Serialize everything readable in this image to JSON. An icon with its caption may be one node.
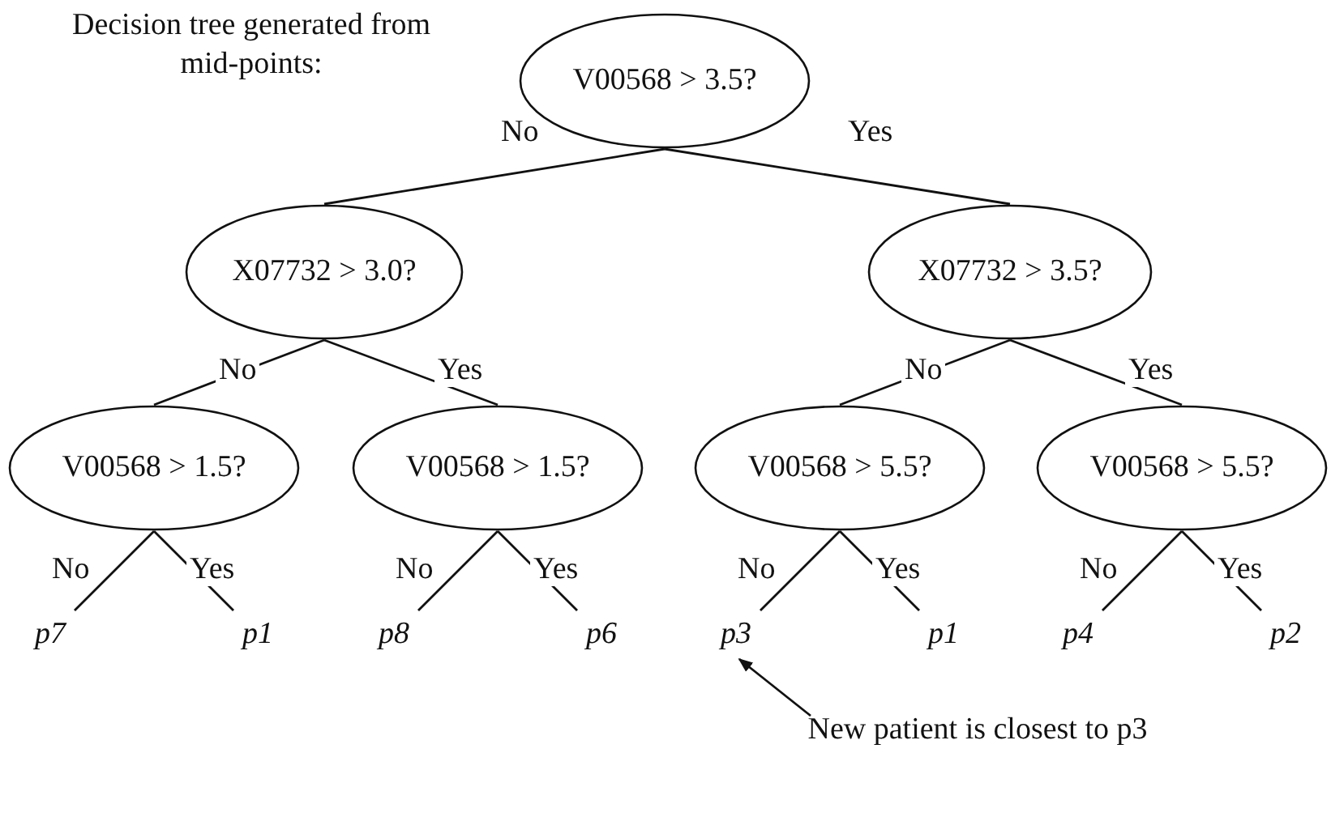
{
  "diagram": {
    "title": "Decision tree generated from mid-points:",
    "nodes": [
      {
        "text": [
          "V00568 > 3.5?"
        ]
      },
      {
        "text": [
          "X07732 > 3.0?"
        ]
      },
      {
        "text": [
          "X07732 > 3.5?"
        ]
      },
      {
        "text": [
          "V00568 > 1.5?"
        ]
      },
      {
        "text": [
          "V00568 > 1.5?"
        ]
      },
      {
        "text": [
          "V00568 > 5.5?"
        ]
      },
      {
        "text": [
          "V00568 > 5.5?"
        ]
      },
      {
        "text": [
          "p7"
        ]
      },
      {
        "text": [
          "p1"
        ]
      },
      {
        "text": [
          "p8"
        ]
      },
      {
        "text": [
          "p6"
        ]
      },
      {
        "text": [
          "p3"
        ]
      },
      {
        "text": [
          "p1"
        ]
      },
      {
        "text": [
          "p4"
        ]
      },
      {
        "text": [
          "p2"
        ]
      },
      {
        "text": [
          "New patient is closest to p3"
        ]
      }
    ],
    "edges": [
      {
        "from": 0,
        "to": 1,
        "arrow": "none",
        "label": "No"
      },
      {
        "from": 0,
        "to": 2,
        "arrow": "none",
        "label": "Yes"
      },
      {
        "from": 1,
        "to": 3,
        "arrow": "none",
        "label": "No"
      },
      {
        "from": 1,
        "to": 4,
        "arrow": "none",
        "label": "Yes"
      },
      {
        "from": 2,
        "to": 5,
        "arrow": "none",
        "label": "No"
      },
      {
        "from": 2,
        "to": 6,
        "arrow": "none",
        "label": "Yes"
      },
      {
        "from": 3,
        "to": 7,
        "arrow": "none",
        "label": "No"
      },
      {
        "from": 3,
        "to": 8,
        "arrow": "none",
        "label": "Yes"
      },
      {
        "from": 4,
        "to": 9,
        "arrow": "none",
        "label": "No"
      },
      {
        "from": 4,
        "to": 10,
        "arrow": "none",
        "label": "Yes"
      },
      {
        "from": 5,
        "to": 11,
        "arrow": "none",
        "label": "No"
      },
      {
        "from": 5,
        "to": 12,
        "arrow": "none",
        "label": "Yes"
      },
      {
        "from": 6,
        "to": 13,
        "arrow": "none",
        "label": "No"
      },
      {
        "from": 6,
        "to": 14,
        "arrow": "none",
        "label": "Yes"
      },
      {
        "from": 15,
        "to": 11,
        "arrow": "to"
      }
    ]
  }
}
